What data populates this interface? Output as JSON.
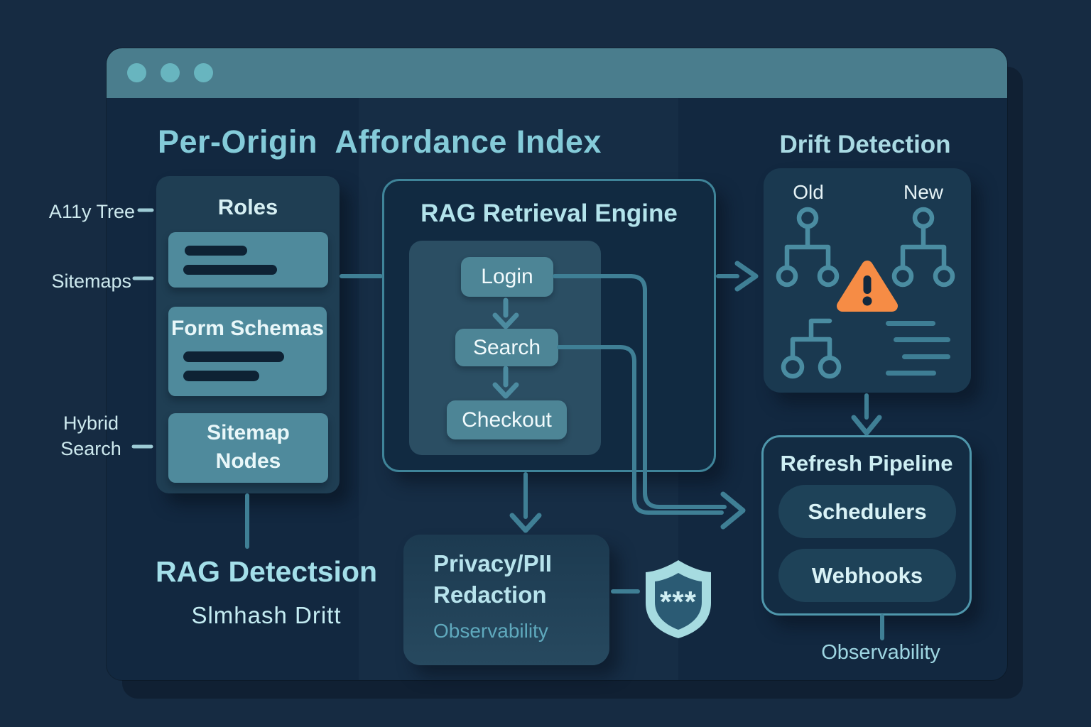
{
  "window": {
    "title": "Per-Origin  Affordance Index"
  },
  "side_labels": {
    "a11y_tree": "A11y Tree",
    "sitemaps": "Sitemaps",
    "hybrid_line1": "Hybrid",
    "hybrid_line2": "Search"
  },
  "roles_panel": {
    "title": "Roles",
    "form_schemas_title": "Form Schemas",
    "sitemap_nodes_line1": "Sitemap",
    "sitemap_nodes_line2": "Nodes"
  },
  "rag_engine": {
    "title": "RAG Retrieval Engine",
    "steps": [
      "Login",
      "Search",
      "Checkout"
    ]
  },
  "drift": {
    "title": "Drift Detection",
    "old_label": "Old",
    "new_label": "New"
  },
  "refresh": {
    "title": "Refresh Pipeline",
    "items": [
      "Schedulers",
      "Webhooks"
    ],
    "footer": "Observability"
  },
  "privacy": {
    "line1": "Privacy/PII",
    "line2": "Redaction",
    "line3": "Observability",
    "shield_text": "***"
  },
  "bottom_left": {
    "title": "RAG Detectsion",
    "subtitle": "Slmhash Dritt"
  },
  "colors": {
    "titlebar_teal": "#4a7d8d",
    "line_teal": "#3f7f95",
    "warning_orange": "#f68c45",
    "heading_cyan": "#84cbd9",
    "card_teal": "#4f8a9c",
    "page_bg": "#162b42"
  }
}
